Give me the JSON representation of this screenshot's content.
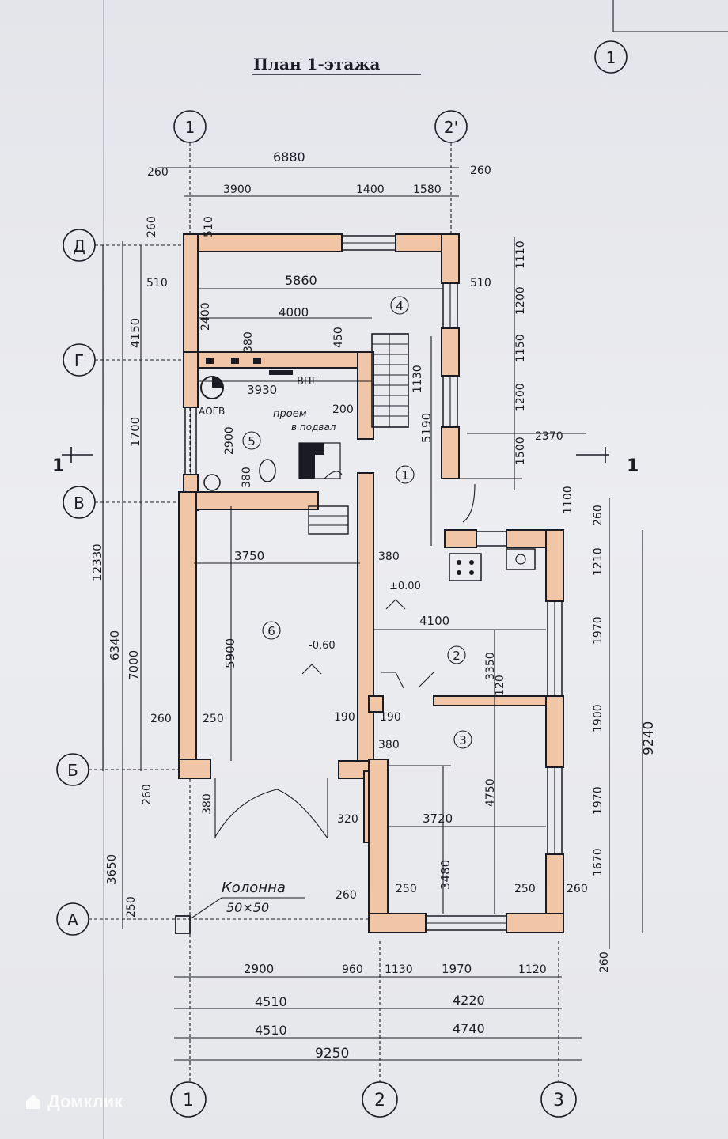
{
  "title": "План 1-этажа",
  "axes": {
    "top": [
      "1",
      "2'"
    ],
    "top_right": "1",
    "bottom": [
      "1",
      "2",
      "3"
    ],
    "left": [
      "Д",
      "Г",
      "В",
      "Б",
      "А"
    ]
  },
  "section_marks": [
    "1",
    "1"
  ],
  "rooms": [
    "1",
    "2",
    "3",
    "4",
    "5",
    "6"
  ],
  "labels": {
    "vpg": "ВПГ",
    "aogv": "АОГВ",
    "opening_1": "проем",
    "opening_2": "в подвал",
    "column_1": "Колонна",
    "column_2": "50×50",
    "level_0": "±0.00",
    "level_minus": "-0.60"
  },
  "dims": {
    "top_total": "6880",
    "top_260_l": "260",
    "top_260_r": "260",
    "top_3900": "3900",
    "top_1400": "1400",
    "top_1580": "1580",
    "d_260": "260",
    "d_510a": "510",
    "d_510b": "510",
    "d_510c": "510",
    "d_5860": "5860",
    "d_2400": "2400",
    "d_4000": "4000",
    "d_450": "450",
    "d_380a": "380",
    "d_3930": "3930",
    "d_200": "200",
    "d_1130": "1130",
    "d_2900": "2900",
    "d_380b": "380",
    "d_5190": "5190",
    "d_2370": "2370",
    "r_1110": "1110",
    "r_1200a": "1200",
    "r_1150": "1150",
    "r_1200b": "1200",
    "r_1500": "1500",
    "r_1100": "1100",
    "r_260a": "260",
    "r_1210": "1210",
    "r_1970a": "1970",
    "r_1900": "1900",
    "r_1970b": "1970",
    "r_1670": "1670",
    "r_9240": "9240",
    "r_260b": "260",
    "l_4150": "4150",
    "l_1700": "1700",
    "l_12330": "12330",
    "l_6340": "6340",
    "l_7000": "7000",
    "l_3650": "3650",
    "l_250": "250",
    "l_260": "260",
    "m_3750": "3750",
    "m_380": "380",
    "m_5900": "5900",
    "m_4100": "4100",
    "m_3350": "3350",
    "m_120": "120",
    "m_260": "260",
    "m_250": "250",
    "m_190a": "190",
    "m_190b": "190",
    "m_380c": "380",
    "m_380d": "380",
    "m_4750": "4750",
    "m_3720": "3720",
    "m_320": "320",
    "m_3480": "3480",
    "m_260b": "260",
    "m_250b": "250",
    "m_250c": "250",
    "m_260c": "260",
    "b_2900": "2900",
    "b_960": "960",
    "b_1130": "1130",
    "b_1970": "1970",
    "b_1120": "1120",
    "b_4510a": "4510",
    "b_4220": "4220",
    "b_4510b": "4510",
    "b_4740": "4740",
    "b_9250": "9250"
  },
  "watermark": "Домклик"
}
